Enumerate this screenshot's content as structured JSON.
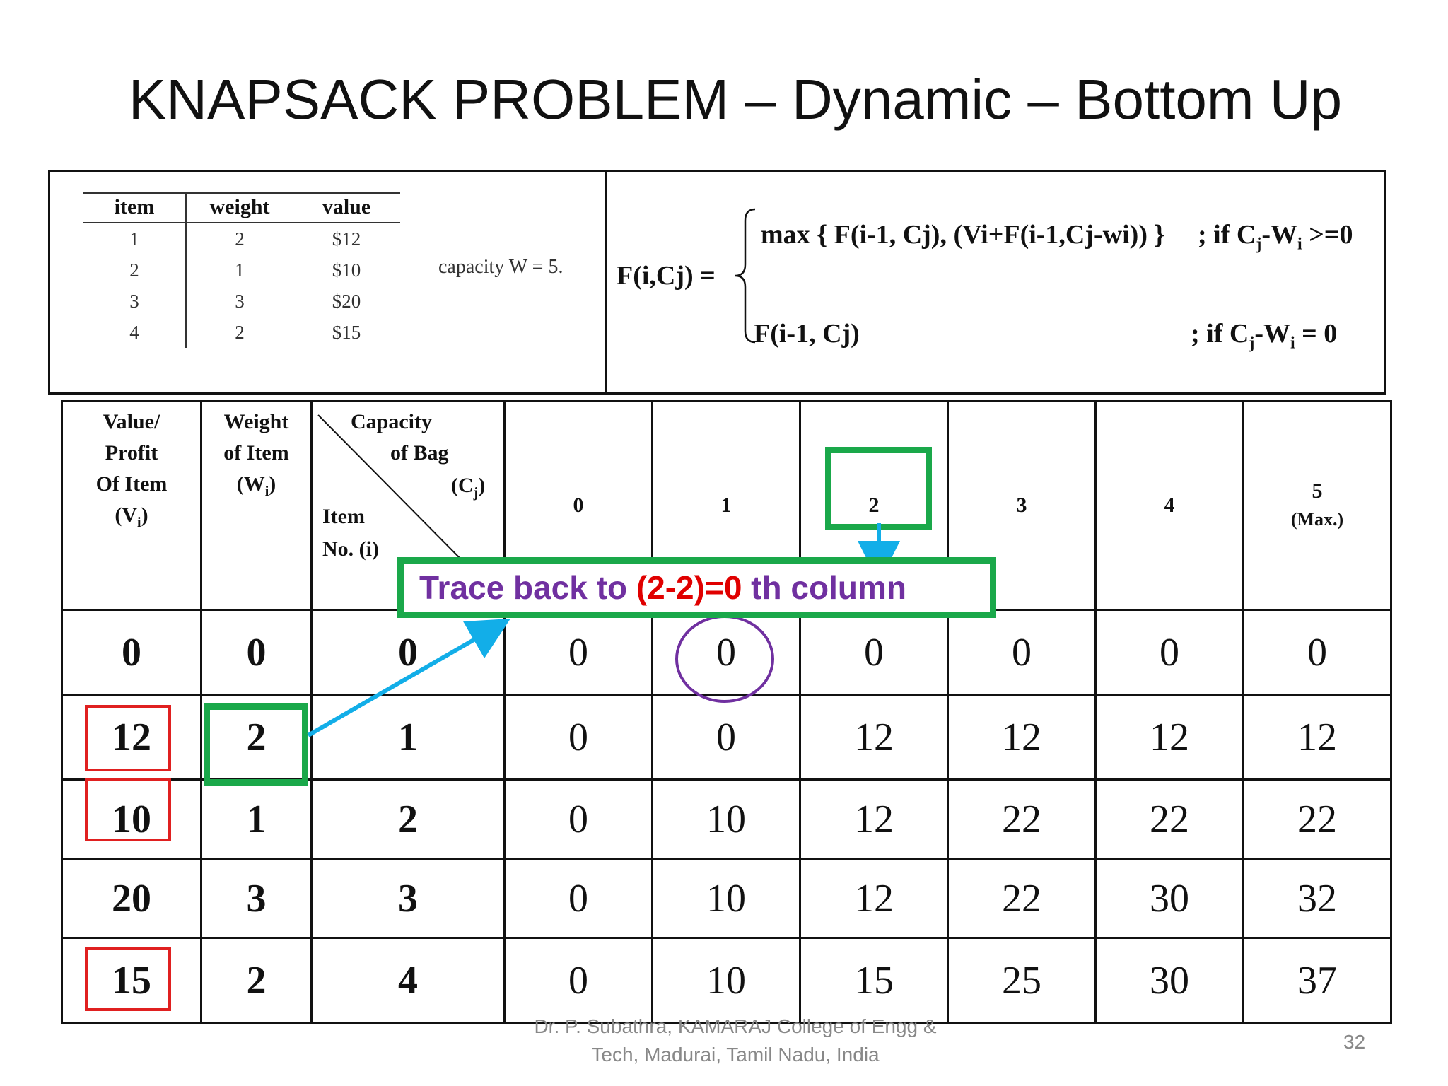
{
  "slide": {
    "title": "KNAPSACK PROBLEM – Dynamic – Bottom Up",
    "footer_line1": "Dr. P. Subathra, KAMARAJ College of Engg &",
    "footer_line2": "Tech, Madurai, Tamil Nadu, India",
    "page_number": "32"
  },
  "item_table": {
    "headers": [
      "item",
      "weight",
      "value"
    ],
    "rows": [
      [
        "1",
        "2",
        "$12"
      ],
      [
        "2",
        "1",
        "$10"
      ],
      [
        "3",
        "3",
        "$20"
      ],
      [
        "4",
        "2",
        "$15"
      ]
    ],
    "capacity": "capacity W = 5."
  },
  "formula": {
    "lhs": "F(i,Cj) =",
    "case1": "max { F(i-1, Cj), (Vi+F(i-1,Cj-wi)) }",
    "cond1_prefix": "; if C",
    "cond1_sub_j": "j",
    "cond1_mid": "-W",
    "cond1_sub_i": "i",
    "cond1_suffix": " >=0",
    "case2": "F(i-1, Cj)",
    "cond2_prefix": "; if C",
    "cond2_sub_j": "j",
    "cond2_mid": "-W",
    "cond2_sub_i": "i",
    "cond2_suffix": " = 0"
  },
  "dp_table": {
    "header": {
      "value_l1": "Value/",
      "value_l2": "Profit",
      "value_l3": "Of Item",
      "value_l4": "(V",
      "value_sub": "i",
      "value_l4_end": ")",
      "weight_l1": "Weight",
      "weight_l2": "of Item",
      "weight_l3": "(W",
      "weight_sub": "i",
      "weight_l3_end": ")",
      "cap_l1": "Capacity",
      "cap_l2": "of Bag",
      "cap_l3": "(C",
      "cap_sub": "j",
      "cap_l3_end": ")",
      "item_l1": "Item",
      "item_l2": "No.  (i)",
      "columns": [
        "0",
        "1",
        "2",
        "3",
        "4",
        "5"
      ],
      "max_label": "(Max.)"
    },
    "rows": [
      {
        "v": "0",
        "w": "0",
        "i": "0",
        "cells": [
          "0",
          "0",
          "0",
          "0",
          "0",
          "0"
        ]
      },
      {
        "v": "12",
        "w": "2",
        "i": "1",
        "cells": [
          "0",
          "0",
          "12",
          "12",
          "12",
          "12"
        ]
      },
      {
        "v": "10",
        "w": "1",
        "i": "2",
        "cells": [
          "0",
          "10",
          "12",
          "22",
          "22",
          "22"
        ]
      },
      {
        "v": "20",
        "w": "3",
        "i": "3",
        "cells": [
          "0",
          "10",
          "12",
          "22",
          "30",
          "32"
        ]
      },
      {
        "v": "15",
        "w": "2",
        "i": "4",
        "cells": [
          "0",
          "10",
          "15",
          "25",
          "30",
          "37"
        ]
      }
    ]
  },
  "annotation": {
    "trace_prefix": "Trace back to ",
    "trace_expr": "(2-2)=0",
    "trace_suffix": " th column"
  },
  "colors": {
    "highlight_green": "#1aa84a",
    "highlight_red": "#e02020",
    "arrow_blue": "#12aee8",
    "circle_purple": "#7030a0"
  }
}
